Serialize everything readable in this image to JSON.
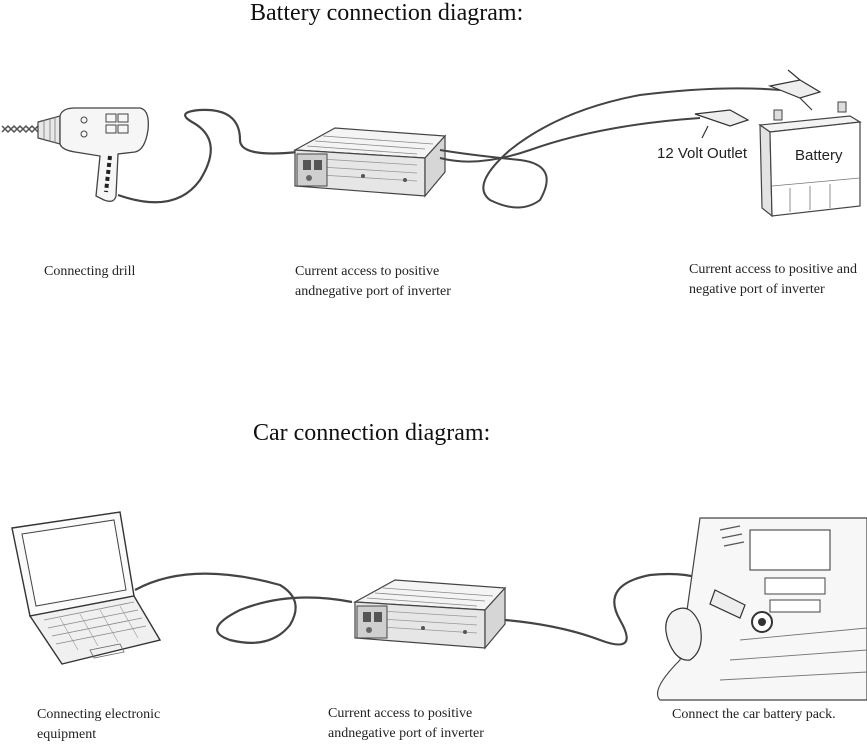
{
  "battery_section": {
    "title": "Battery connection diagram:",
    "captions": {
      "drill": "Connecting drill",
      "inverter_line1": "Current access to positive",
      "inverter_line2": "andnegative port of inverter",
      "battery_line1": "Current access to positive and",
      "battery_line2": "negative port of inverter"
    },
    "labels": {
      "outlet": "12 Volt Outlet",
      "battery": "Battery"
    }
  },
  "car_section": {
    "title": "Car connection diagram:",
    "captions": {
      "laptop_line1": "Connecting electronic",
      "laptop_line2": "equipment",
      "inverter_line1": "Current access to positive",
      "inverter_line2": "andnegative port of inverter",
      "car": "Connect the car battery pack."
    }
  }
}
